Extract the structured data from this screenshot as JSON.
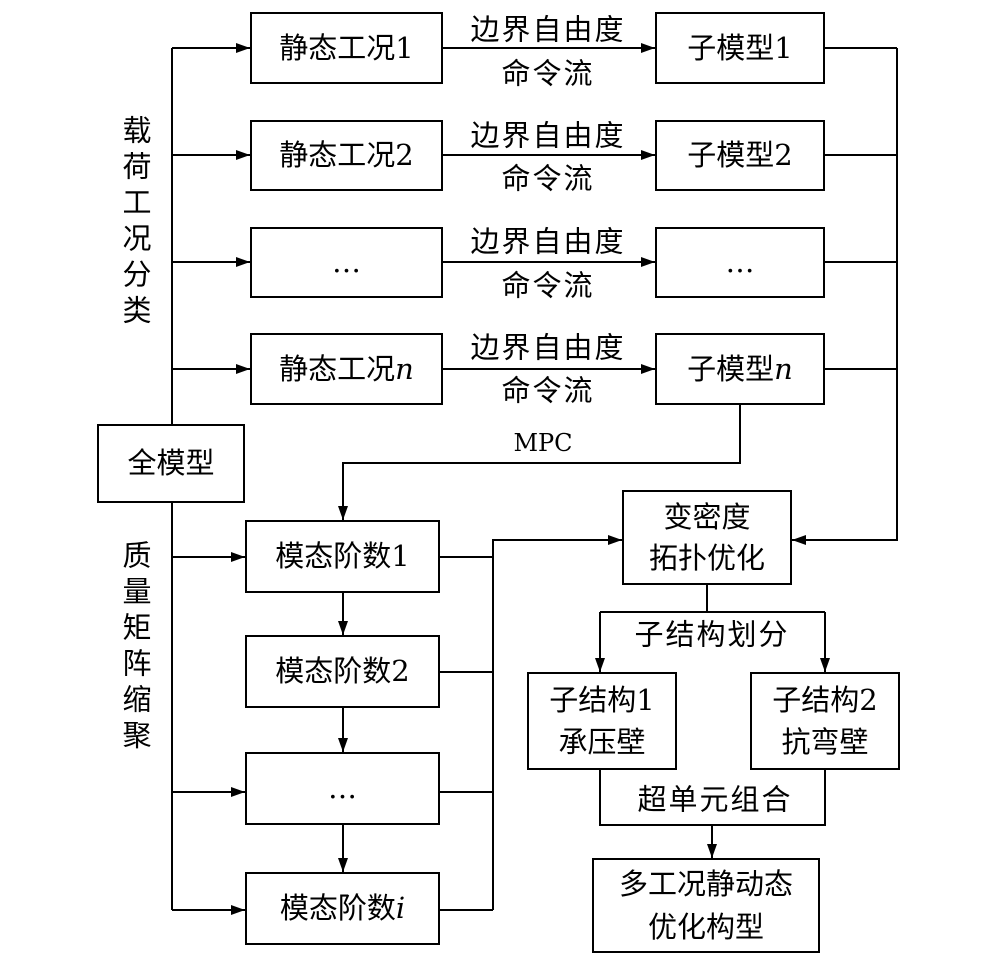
{
  "full_model": {
    "label": "全模型"
  },
  "load_case_rows": [
    {
      "static_case": {
        "label": "静态工况",
        "index": "1"
      },
      "edge_top": "边界自由度",
      "edge_bottom": "命令流",
      "submodel": {
        "label": "子模型",
        "index": "1"
      }
    },
    {
      "static_case": {
        "label": "静态工况",
        "index": "2"
      },
      "edge_top": "边界自由度",
      "edge_bottom": "命令流",
      "submodel": {
        "label": "子模型",
        "index": "2"
      }
    },
    {
      "static_case": {
        "label": "…"
      },
      "edge_top": "边界自由度",
      "edge_bottom": "命令流",
      "submodel": {
        "label": "…"
      }
    },
    {
      "static_case": {
        "label": "静态工况",
        "index": "n"
      },
      "edge_top": "边界自由度",
      "edge_bottom": "命令流",
      "submodel": {
        "label": "子模型",
        "index": "n"
      }
    }
  ],
  "side_labels": {
    "load_case_classification": "载荷工况分类",
    "mass_matrix_condensation": "质量矩阵缩聚"
  },
  "mpc_label": "MPC",
  "mode_orders": [
    {
      "label": "模态阶数",
      "index": "1"
    },
    {
      "label": "模态阶数",
      "index": "2"
    },
    {
      "label": "…"
    },
    {
      "label": "模态阶数",
      "index": "i"
    }
  ],
  "topology_optimization": {
    "line1": "变密度",
    "line2": "拓扑优化"
  },
  "substructure_division_label": "子结构划分",
  "substructures": [
    {
      "line1": "子结构1",
      "line2": "承压壁"
    },
    {
      "line1": "子结构2",
      "line2": "抗弯壁"
    }
  ],
  "superelement_combination_label": "超单元组合",
  "result": {
    "line1": "多工况静动态",
    "line2": "优化构型"
  }
}
